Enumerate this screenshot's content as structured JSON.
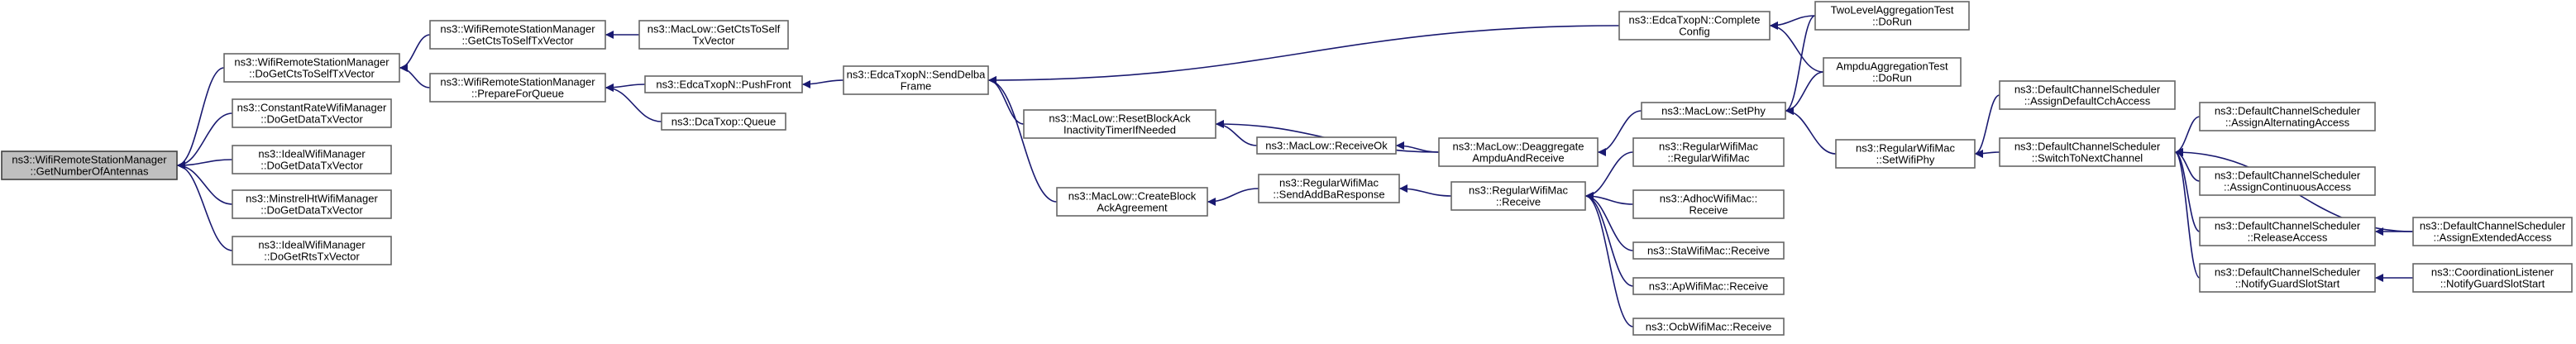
{
  "graph": {
    "edge_color": "#191970",
    "root_fill": "#bfbfbf",
    "nodes": [
      {
        "id": "n0",
        "lines": [
          "ns3::WifiRemoteStationManager",
          "::GetNumberOfAntennas"
        ],
        "root": true
      },
      {
        "id": "n1",
        "lines": [
          "ns3::WifiRemoteStationManager",
          "::DoGetCtsToSelfTxVector"
        ]
      },
      {
        "id": "n2",
        "lines": [
          "ns3::ConstantRateWifiManager",
          "::DoGetDataTxVector"
        ]
      },
      {
        "id": "n3",
        "lines": [
          "ns3::IdealWifiManager",
          "::DoGetDataTxVector"
        ]
      },
      {
        "id": "n4",
        "lines": [
          "ns3::MinstrelHtWifiManager",
          "::DoGetDataTxVector"
        ]
      },
      {
        "id": "n5",
        "lines": [
          "ns3::IdealWifiManager",
          "::DoGetRtsTxVector"
        ]
      },
      {
        "id": "n6",
        "lines": [
          "ns3::WifiRemoteStationManager",
          "::GetCtsToSelfTxVector"
        ]
      },
      {
        "id": "n7",
        "lines": [
          "ns3::WifiRemoteStationManager",
          "::PrepareForQueue"
        ]
      },
      {
        "id": "n8",
        "lines": [
          "ns3::MacLow::GetCtsToSelf",
          "TxVector"
        ]
      },
      {
        "id": "n9",
        "lines": [
          "ns3::EdcaTxopN::PushFront"
        ]
      },
      {
        "id": "n10",
        "lines": [
          "ns3::DcaTxop::Queue"
        ]
      },
      {
        "id": "n11",
        "lines": [
          "ns3::EdcaTxopN::SendDelba",
          "Frame"
        ]
      },
      {
        "id": "n12",
        "lines": [
          "ns3::MacLow::ResetBlockAck",
          "InactivityTimerIfNeeded"
        ]
      },
      {
        "id": "n13",
        "lines": [
          "ns3::MacLow::CreateBlock",
          "AckAgreement"
        ]
      },
      {
        "id": "n14",
        "lines": [
          "ns3::EdcaTxopN::Complete",
          "Config"
        ]
      },
      {
        "id": "n15",
        "lines": [
          "ns3::MacLow::Deaggregate",
          "AmpduAndReceive"
        ]
      },
      {
        "id": "n16",
        "lines": [
          "ns3::MacLow::ReceiveOk"
        ]
      },
      {
        "id": "n17",
        "lines": [
          "ns3::RegularWifiMac",
          "::SendAddBaResponse"
        ]
      },
      {
        "id": "n18",
        "lines": [
          "ns3::RegularWifiMac",
          "::Receive"
        ]
      },
      {
        "id": "n19",
        "lines": [
          "ns3::MacLow::SetPhy"
        ]
      },
      {
        "id": "n20",
        "lines": [
          "ns3::RegularWifiMac",
          "::RegularWifiMac"
        ]
      },
      {
        "id": "n21",
        "lines": [
          "ns3::AdhocWifiMac::",
          "Receive"
        ]
      },
      {
        "id": "n22",
        "lines": [
          "ns3::StaWifiMac::Receive"
        ]
      },
      {
        "id": "n23",
        "lines": [
          "ns3::ApWifiMac::Receive"
        ]
      },
      {
        "id": "n24",
        "lines": [
          "ns3::OcbWifiMac::Receive"
        ]
      },
      {
        "id": "n25",
        "lines": [
          "TwoLevelAggregationTest",
          "::DoRun"
        ]
      },
      {
        "id": "n26",
        "lines": [
          "AmpduAggregationTest",
          "::DoRun"
        ]
      },
      {
        "id": "n27",
        "lines": [
          "ns3::RegularWifiMac",
          "::SetWifiPhy"
        ]
      },
      {
        "id": "n28",
        "lines": [
          "ns3::DefaultChannelScheduler",
          "::AssignDefaultCchAccess"
        ]
      },
      {
        "id": "n29",
        "lines": [
          "ns3::DefaultChannelScheduler",
          "::SwitchToNextChannel"
        ]
      },
      {
        "id": "n30",
        "lines": [
          "ns3::DefaultChannelScheduler",
          "::AssignAlternatingAccess"
        ]
      },
      {
        "id": "n31",
        "lines": [
          "ns3::DefaultChannelScheduler",
          "::AssignContinuousAccess"
        ]
      },
      {
        "id": "n32",
        "lines": [
          "ns3::DefaultChannelScheduler",
          "::ReleaseAccess"
        ]
      },
      {
        "id": "n33",
        "lines": [
          "ns3::DefaultChannelScheduler",
          "::NotifyGuardSlotStart"
        ]
      },
      {
        "id": "n34",
        "lines": [
          "ns3::DefaultChannelScheduler",
          "::AssignExtendedAccess"
        ]
      },
      {
        "id": "n35",
        "lines": [
          "ns3::CoordinationListener",
          "::NotifyGuardSlotStart"
        ]
      }
    ],
    "edges": [
      [
        "n1",
        "n0"
      ],
      [
        "n2",
        "n0"
      ],
      [
        "n3",
        "n0"
      ],
      [
        "n4",
        "n0"
      ],
      [
        "n5",
        "n0"
      ],
      [
        "n6",
        "n1"
      ],
      [
        "n7",
        "n1"
      ],
      [
        "n8",
        "n6"
      ],
      [
        "n9",
        "n7"
      ],
      [
        "n10",
        "n7"
      ],
      [
        "n11",
        "n9"
      ],
      [
        "n14",
        "n11"
      ],
      [
        "n12",
        "n11"
      ],
      [
        "n13",
        "n11"
      ],
      [
        "n15",
        "n12"
      ],
      [
        "n16",
        "n12"
      ],
      [
        "n15",
        "n16"
      ],
      [
        "n19",
        "n15"
      ],
      [
        "n25",
        "n14"
      ],
      [
        "n26",
        "n14"
      ],
      [
        "n25",
        "n19"
      ],
      [
        "n26",
        "n19"
      ],
      [
        "n27",
        "n19"
      ],
      [
        "n17",
        "n13"
      ],
      [
        "n18",
        "n17"
      ],
      [
        "n20",
        "n18"
      ],
      [
        "n21",
        "n18"
      ],
      [
        "n22",
        "n18"
      ],
      [
        "n23",
        "n18"
      ],
      [
        "n24",
        "n18"
      ],
      [
        "n28",
        "n27"
      ],
      [
        "n29",
        "n27"
      ],
      [
        "n30",
        "n29"
      ],
      [
        "n31",
        "n29"
      ],
      [
        "n32",
        "n29"
      ],
      [
        "n34",
        "n29"
      ],
      [
        "n33",
        "n29"
      ],
      [
        "n34",
        "n32"
      ],
      [
        "n35",
        "n33"
      ]
    ]
  }
}
